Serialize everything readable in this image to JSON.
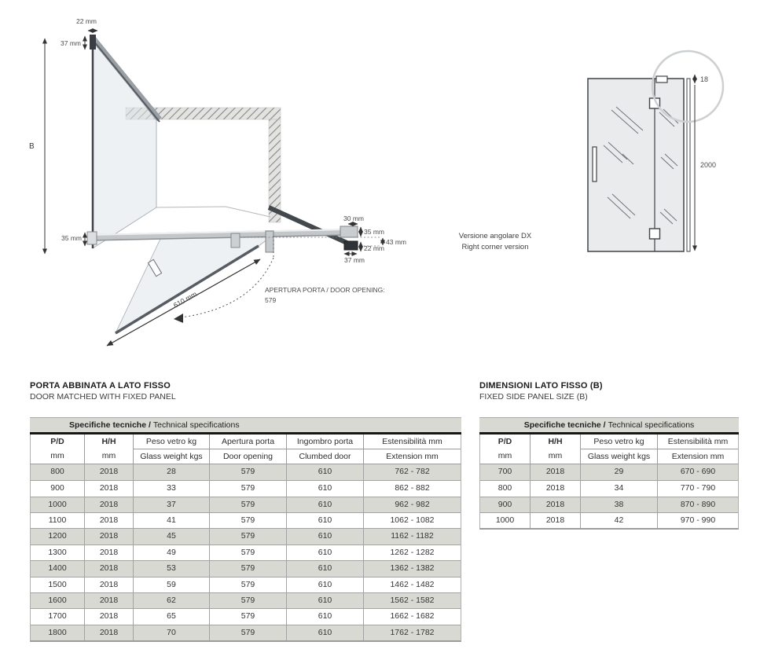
{
  "colors": {
    "table_stripe": "#d9d9d4",
    "glass": "#dfe5e9",
    "metal": "#c3c7ca",
    "dark_metal": "#43484c"
  },
  "diagram_left": {
    "d22": "22 mm",
    "d37_top": "37 mm",
    "b": "B",
    "d35_left": "35 mm",
    "d30": "30 mm",
    "d35_right": "35 mm",
    "d43": "43 mm",
    "d22_right": "22 mm",
    "d37_right": "37 mm",
    "d610": "610 mm",
    "opening_label": "APERTURA PORTA / DOOR OPENING:",
    "opening_value": "579"
  },
  "diagram_right": {
    "d18": "18",
    "d2000": "2000",
    "caption_it": "Versione angolare DX",
    "caption_en": "Right corner version"
  },
  "table_left": {
    "title_it": "PORTA ABBINATA A LATO FISSO",
    "title_en": "DOOR MATCHED WITH FIXED PANEL",
    "spec_it": "Specifiche tecniche /",
    "spec_en": "Technical specifications",
    "columns": [
      {
        "it": "P/D",
        "en": "mm",
        "bold": true
      },
      {
        "it": "H/H",
        "en": "mm",
        "bold": true
      },
      {
        "it": "Peso vetro kg",
        "en": "Glass weight kgs",
        "split": true
      },
      {
        "it": "Apertura porta",
        "en": "Door opening",
        "split": true
      },
      {
        "it": "Ingombro porta",
        "en": "Clumbed door",
        "split": true
      },
      {
        "it": "Estensibilità mm",
        "en": "Extension mm",
        "split": true
      }
    ],
    "rows": [
      [
        "800",
        "2018",
        "28",
        "579",
        "610",
        "762 - 782"
      ],
      [
        "900",
        "2018",
        "33",
        "579",
        "610",
        "862 - 882"
      ],
      [
        "1000",
        "2018",
        "37",
        "579",
        "610",
        "962 - 982"
      ],
      [
        "1100",
        "2018",
        "41",
        "579",
        "610",
        "1062 - 1082"
      ],
      [
        "1200",
        "2018",
        "45",
        "579",
        "610",
        "1162 - 1182"
      ],
      [
        "1300",
        "2018",
        "49",
        "579",
        "610",
        "1262 - 1282"
      ],
      [
        "1400",
        "2018",
        "53",
        "579",
        "610",
        "1362 - 1382"
      ],
      [
        "1500",
        "2018",
        "59",
        "579",
        "610",
        "1462 - 1482"
      ],
      [
        "1600",
        "2018",
        "62",
        "579",
        "610",
        "1562 - 1582"
      ],
      [
        "1700",
        "2018",
        "65",
        "579",
        "610",
        "1662 - 1682"
      ],
      [
        "1800",
        "2018",
        "70",
        "579",
        "610",
        "1762 - 1782"
      ]
    ]
  },
  "table_right": {
    "title_it": "DIMENSIONI LATO FISSO (B)",
    "title_en": "FIXED SIDE PANEL SIZE (B)",
    "spec_it": "Specifiche tecniche /",
    "spec_en": "Technical specifications",
    "columns": [
      {
        "it": "P/D",
        "en": "mm",
        "bold": true
      },
      {
        "it": "H/H",
        "en": "mm",
        "bold": true
      },
      {
        "it": "Peso vetro kg",
        "en": "Glass weight kgs",
        "split": true
      },
      {
        "it": "Estensibilità mm",
        "en": "Extension mm",
        "split": true
      }
    ],
    "rows": [
      [
        "700",
        "2018",
        "29",
        "670 - 690"
      ],
      [
        "800",
        "2018",
        "34",
        "770 - 790"
      ],
      [
        "900",
        "2018",
        "38",
        "870 - 890"
      ],
      [
        "1000",
        "2018",
        "42",
        "970 - 990"
      ]
    ]
  }
}
